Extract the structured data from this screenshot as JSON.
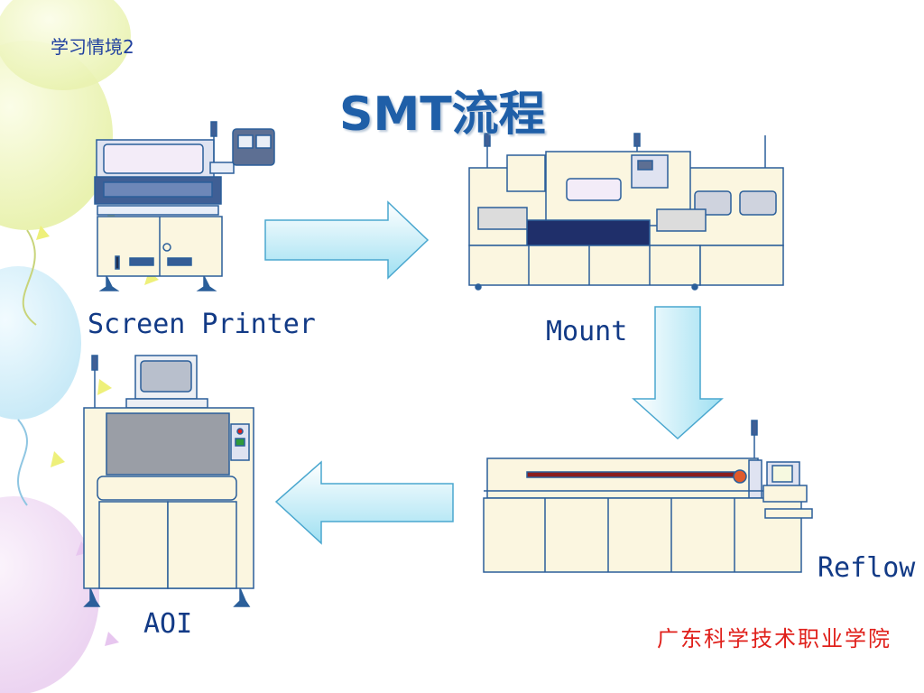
{
  "slide": {
    "section_label": "学习情境2",
    "title": "SMT流程",
    "footer": "广东科学技术职业学院"
  },
  "process": {
    "steps": [
      {
        "label": "Screen Printer"
      },
      {
        "label": "Mount"
      },
      {
        "label": "Reflow"
      },
      {
        "label": "AOI"
      }
    ]
  },
  "colors": {
    "title": "#1f5fa8",
    "labels": "#123a86",
    "footer": "#e0201b",
    "machine_body": "#fbf6e0",
    "machine_outline": "#2b5f9a",
    "arrow_fill": "#aee8f5",
    "arrow_stroke": "#4aa7cf"
  }
}
